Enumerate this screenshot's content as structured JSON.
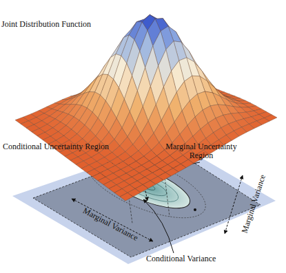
{
  "diagram": {
    "labels": [
      "Joint Distribution Function",
      "Conditional Uncertainty Region",
      "Marginal Uncertainty Region",
      "Marginal Variance",
      "Marginal Variance",
      "Conditional Variance"
    ]
  }
}
